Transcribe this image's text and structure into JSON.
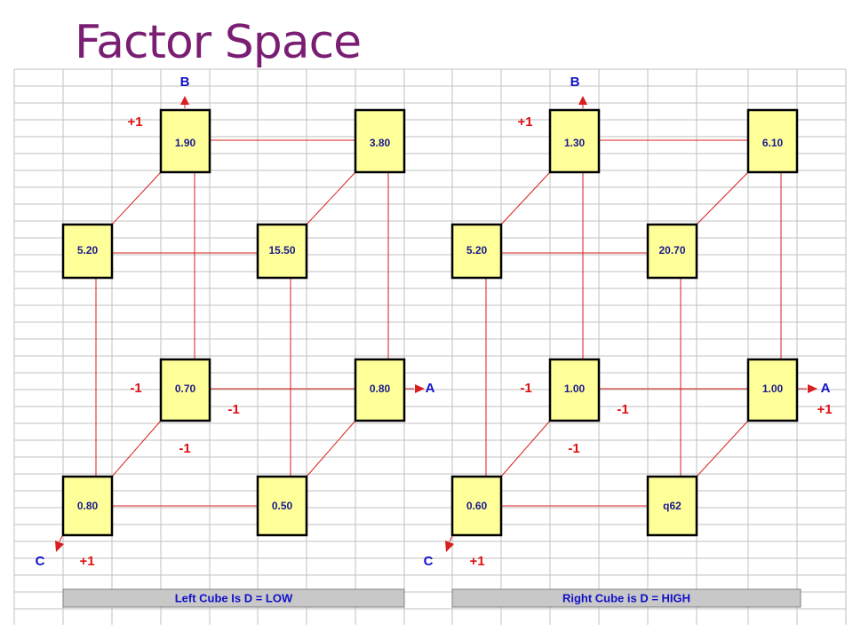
{
  "title": "Factor Space",
  "colors": {
    "title": "#7a1e74",
    "edge": "#d81e1e",
    "node_fill": "#ffff99",
    "node_text": "#1a1a8c",
    "sign": "#e01010",
    "axis": "#1010c8"
  },
  "left_cube": {
    "caption": "Left Cube Is  D = LOW",
    "nodes": {
      "back_top_left": "1.90",
      "back_top_right": "3.80",
      "front_top_left": "5.20",
      "front_top_right": "15.50",
      "back_bottom_left": "0.70",
      "back_bottom_right": "0.80",
      "front_bottom_left": "0.80",
      "front_bottom_right": "0.50"
    },
    "axis_b": "B",
    "axis_a": "A",
    "axis_c": "C",
    "b_high": "+1",
    "b_low": "-1",
    "a_low": "-1",
    "c_low": "-1",
    "c_high": "+1"
  },
  "right_cube": {
    "caption": "Right Cube is  D = HIGH",
    "nodes": {
      "back_top_left": "1.30",
      "back_top_right": "6.10",
      "front_top_left": "5.20",
      "front_top_right": "20.70",
      "back_bottom_left": "1.00",
      "back_bottom_right": "1.00",
      "front_bottom_left": "0.60",
      "front_bottom_right": "q62"
    },
    "axis_b": "B",
    "axis_a": "A",
    "axis_c": "C",
    "b_high": "+1",
    "b_low": "-1",
    "a_low": "-1",
    "a_high": "+1",
    "c_low": "-1",
    "c_high": "+1"
  }
}
